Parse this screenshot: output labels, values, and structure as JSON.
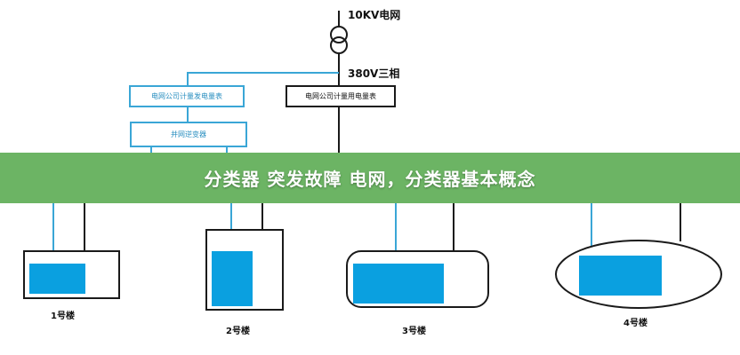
{
  "diagram": {
    "grid_label": "10KV电网",
    "three_phase_label": "380V三相",
    "generation_meter_label": "电网公司计量发电量表",
    "consumption_meter_label": "电网公司计量用电量表",
    "inverter_label": "并网逆变器",
    "buildings": [
      "1号楼",
      "2号楼",
      "3号楼",
      "4号楼"
    ],
    "colors": {
      "grid_line": "#1a1a1a",
      "pv_line": "#3aa6d6",
      "panel": "#0aa0e0"
    }
  },
  "banner": {
    "text": "分类器 突发故障 电网，分类器基本概念",
    "color": "#58aa4e"
  }
}
